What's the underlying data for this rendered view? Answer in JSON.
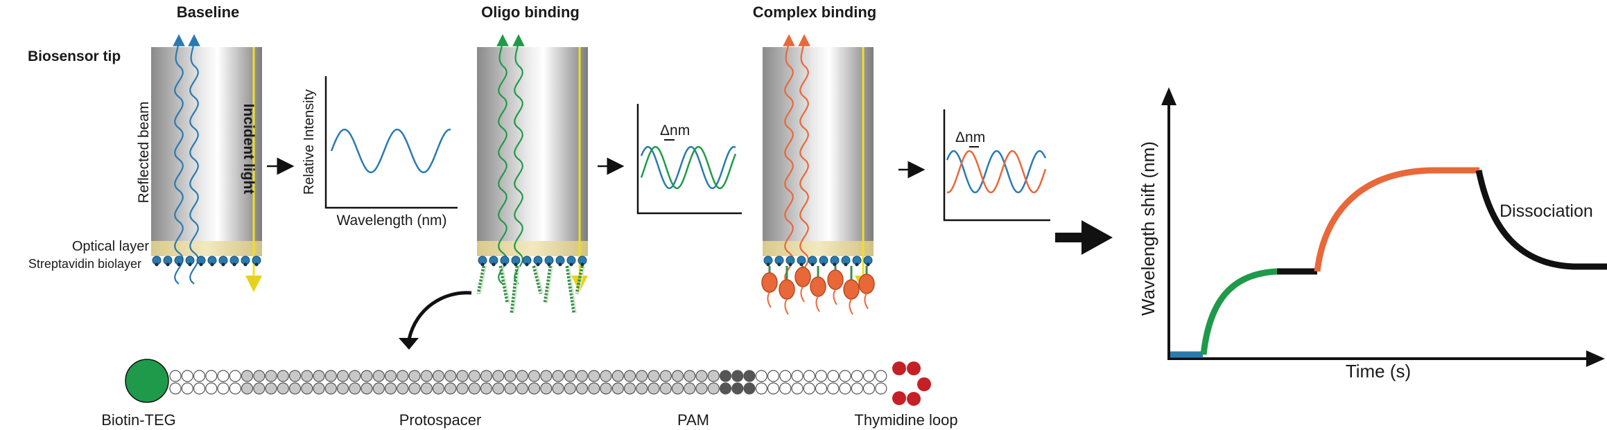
{
  "stages": {
    "baseline": "Baseline",
    "oligo": "Oligo binding",
    "complex": "Complex binding"
  },
  "labels": {
    "biosensor_tip": "Biosensor tip",
    "reflected_beam": "Reflected beam",
    "incident_light": "Incident light",
    "optical_layer": "Optical layer",
    "streptavidin_biolayer": "Streptavidin biolayer",
    "relative_intensity": "Relative Intensity",
    "wavelength_nm": "Wavelength (nm)",
    "delta_nm": "Δnm",
    "wavelength_shift": "Wavelength shift (nm)",
    "time": "Time (s)",
    "dissociation": "Dissociation",
    "biotin_teg": "Biotin-TEG",
    "protospacer": "Protospacer",
    "pam": "PAM",
    "thymidine_loop": "Thymidine loop"
  },
  "colors": {
    "baseline": "#2a7ab0",
    "oligo": "#1f9a4a",
    "complex": "#e8683a",
    "incident": "#f0e020",
    "biotin": "#1f9a4a",
    "thymidine": "#c42026",
    "pam": "#555555",
    "protospacer": "#c8c8c8"
  }
}
